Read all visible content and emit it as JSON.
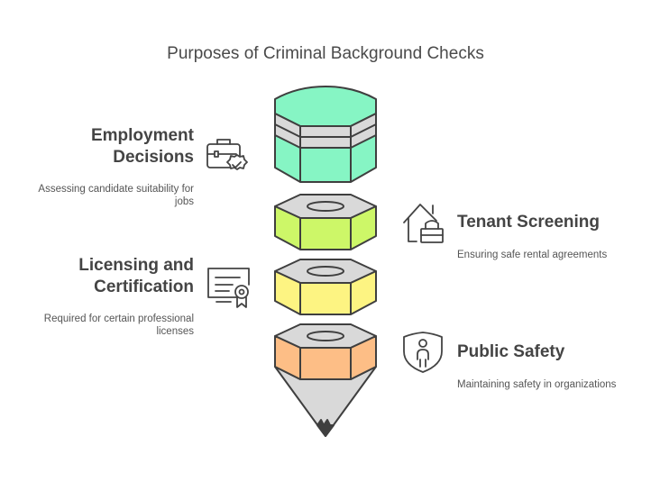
{
  "title": "Purposes of Criminal Background Checks",
  "items": [
    {
      "heading_line1": "Employment",
      "heading_line2": "Decisions",
      "description_line1": "Assessing candidate suitability for",
      "description_line2": "jobs",
      "icon": "briefcase-badge-icon",
      "color": "#86f5c4"
    },
    {
      "heading": "Tenant Screening",
      "description": "Ensuring safe rental agreements",
      "icon": "house-lock-icon",
      "color": "#cdf768"
    },
    {
      "heading_line1": "Licensing and",
      "heading_line2": "Certification",
      "description_line1": "Required for certain professional",
      "description_line2": "licenses",
      "icon": "certificate-icon",
      "color": "#fdf482"
    },
    {
      "heading": "Public Safety",
      "description": "Maintaining safety in organizations",
      "icon": "shield-person-icon",
      "color": "#fdbe86"
    }
  ]
}
